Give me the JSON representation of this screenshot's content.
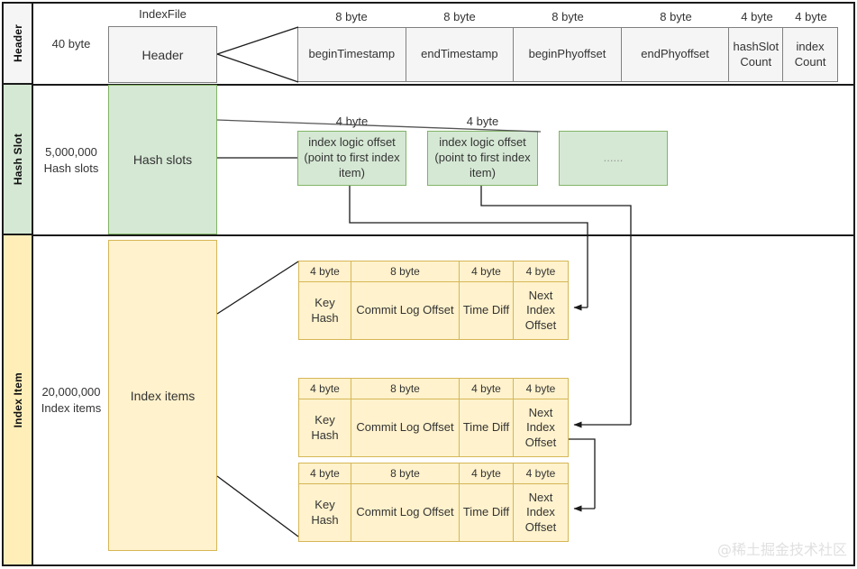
{
  "diagram": {
    "title": "IndexFile",
    "watermark": "@稀土掘金技术社区"
  },
  "bands": [
    {
      "key": "header",
      "label": "Header",
      "color": "#f5f5f5"
    },
    {
      "key": "hash_slot",
      "label": "Hash Slot",
      "color": "#d5e8d4"
    },
    {
      "key": "index_item",
      "label": "Index Item",
      "color": "#ffeeb8"
    }
  ],
  "size_captions": {
    "header": "40 byte",
    "hash_slot_line1": "5,000,000",
    "hash_slot_line2": "Hash slots",
    "index_item_line1": "20,000,000",
    "index_item_line2": "Index items"
  },
  "section_blocks": {
    "header": "Header",
    "hash_slots": "Hash slots",
    "index_items": "Index items"
  },
  "header_detail": {
    "sizes": [
      "8 byte",
      "8 byte",
      "8 byte",
      "8 byte",
      "4 byte",
      "4 byte"
    ],
    "fields": [
      "beginTimestamp",
      "endTimestamp",
      "beginPhyoffset",
      "endPhyoffset",
      "hashSlot Count",
      "index Count"
    ]
  },
  "hash_slot_detail": {
    "sizes": [
      "4 byte",
      "4 byte"
    ],
    "boxes": [
      "index logic offset (point to first index item)",
      "index logic offset (point to first index item)",
      "......"
    ]
  },
  "index_item_detail": {
    "sizes": [
      "4 byte",
      "8 byte",
      "4 byte",
      "4 byte"
    ],
    "fields": [
      "Key Hash",
      "Commit Log Offset",
      "Time Diff",
      "Next Index Offset"
    ],
    "count": 3
  },
  "colors": {
    "header_fill": "#f5f5f5",
    "header_stroke": "#808080",
    "hash_slot_fill": "#d5e8d4",
    "hash_slot_stroke": "#82b366",
    "index_item_fill": "#fff2cc",
    "index_item_stroke": "#d6b656",
    "line": "#1a1a1a"
  }
}
